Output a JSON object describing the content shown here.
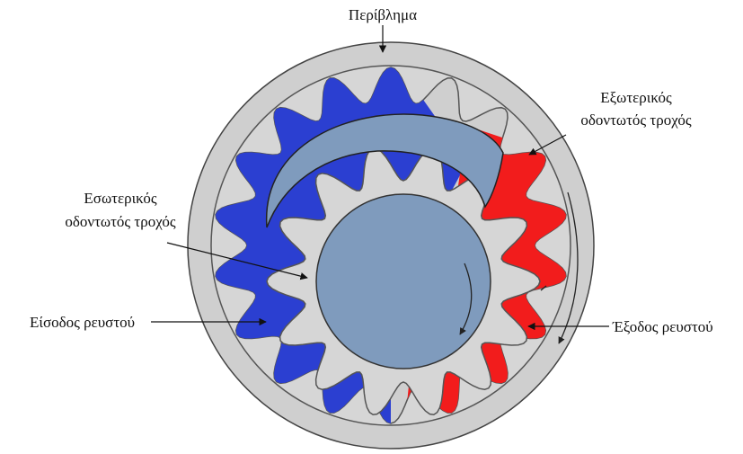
{
  "labels": {
    "housing": "Περίβλημα",
    "outer_gear_line1": "Εξωτερικός",
    "outer_gear_line2": "οδοντωτός τροχός",
    "inner_gear_line1": "Εσωτερικός",
    "inner_gear_line2": "οδοντωτός τροχός",
    "fluid_inlet": "Είσοδος ρευστού",
    "fluid_outlet": "Έξοδος ρευστού"
  },
  "gears": {
    "outer_teeth": 18,
    "inner_teeth": 14
  },
  "colors": {
    "housing": "#cfcfcf",
    "outer_gear": "#d6d6d6",
    "gear_edge": "#555555",
    "inlet_fluid": "#2b3fd1",
    "outlet_fluid": "#f21c1c",
    "crescent": "#7f9bbd",
    "hub": "#7f9bbd",
    "text": "#111111"
  },
  "icons": {
    "rotation_outer": "curved-arrow-clockwise",
    "rotation_inner": "curved-arrow-clockwise"
  }
}
